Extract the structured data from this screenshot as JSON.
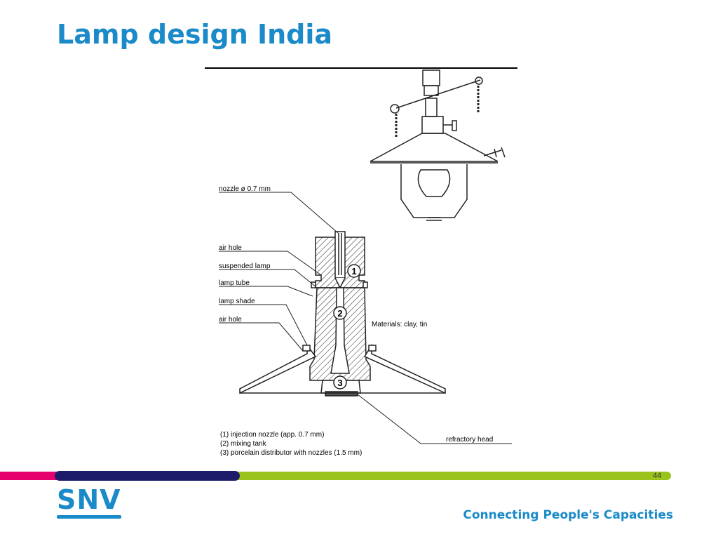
{
  "slide": {
    "title": "Lamp design India",
    "page_number": "44"
  },
  "figure": {
    "labels": {
      "nozzle": "nozzle ø 0.7 mm",
      "air_hole_1": "air hole",
      "suspended_lamp": "suspended lamp",
      "lamp_tube": "lamp tube",
      "lamp_shade": "lamp shade",
      "air_hole_2": "air hole",
      "materials": "Materials: clay, tin",
      "refractory_head": "refractory head"
    },
    "markers": [
      "1",
      "2",
      "3"
    ],
    "legend": [
      "(1)  injection nozzle (app. 0.7 mm)",
      "(2)  mixing tank",
      "(3)  porcelain distributor with nozzles (1.5 mm)"
    ]
  },
  "footer": {
    "logo": "SNV",
    "tagline": "Connecting People's Capacities",
    "colors": {
      "magenta": "#e6006e",
      "navy": "#1c1c6b",
      "green": "#9ac31c",
      "brand_blue": "#1a8ac8"
    }
  }
}
